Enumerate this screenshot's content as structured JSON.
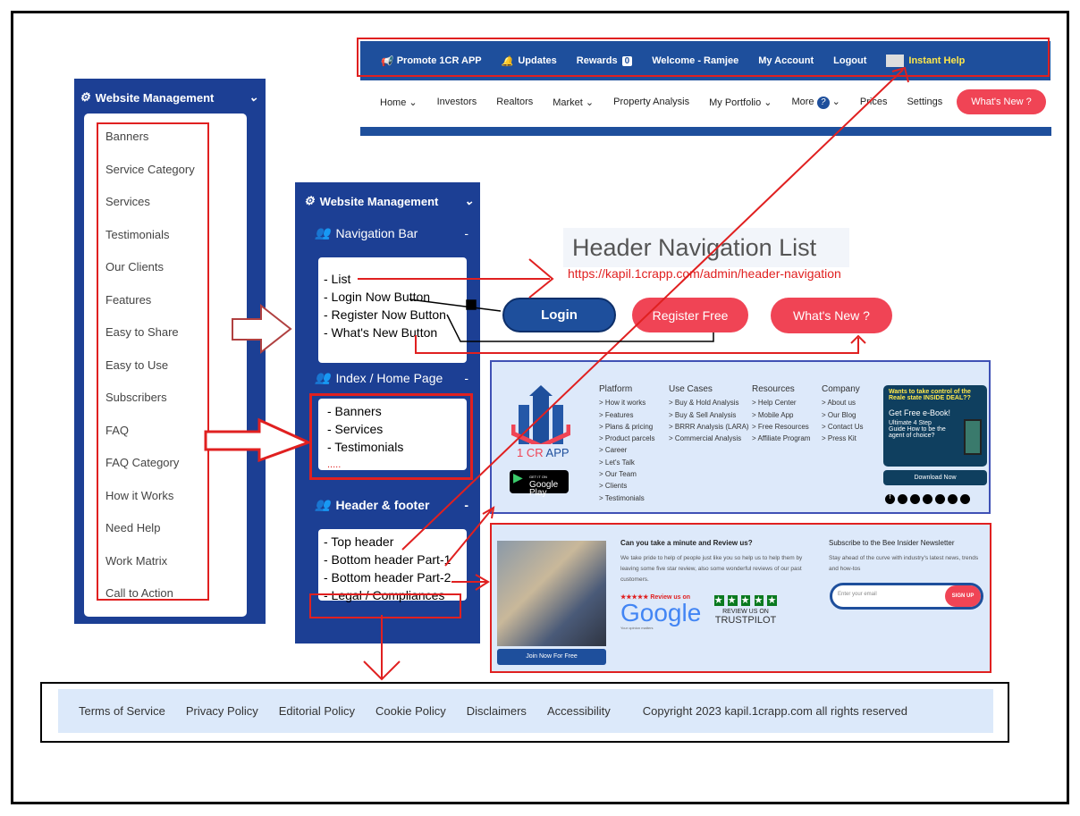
{
  "top_header": {
    "promote": "Promote 1CR APP",
    "updates": "Updates",
    "rewards": "Rewards",
    "rewards_count": "0",
    "welcome": "Welcome - Ramjee",
    "account": "My Account",
    "logout": "Logout",
    "help": "Instant Help"
  },
  "nav": {
    "items": [
      "Home",
      "Investors",
      "Realtors",
      "Market",
      "Property Analysis",
      "My Portfolio",
      "More",
      "Prices",
      "Settings"
    ],
    "more_badge": "?",
    "whats_new": "What's New ?"
  },
  "left_sidebar": {
    "title": "Website Management",
    "items": [
      "Banners",
      "Service Category",
      "Services",
      "Testimonials",
      "Our Clients",
      "Features",
      "Easy to Share",
      "Easy to Use",
      "Subscribers",
      "FAQ",
      "FAQ Category",
      "How it Works",
      "Need Help",
      "Work Matrix",
      "Call to Action"
    ]
  },
  "mid_sidebar": {
    "title": "Website Management",
    "sections": [
      {
        "title": "Navigation Bar",
        "dash": "-",
        "items": [
          "- List",
          "- Login Now Button",
          "- Register Now Button",
          "- What's New Button"
        ]
      },
      {
        "title": "Index / Home Page",
        "dash": "-",
        "items": [
          "- Banners",
          "- Services",
          "- Testimonials",
          "....."
        ]
      },
      {
        "title": "Header & footer",
        "dash": "-",
        "items": [
          "- Top header",
          "- Bottom header Part-1",
          "- Bottom header Part-2",
          "- Legal / Compliances"
        ]
      }
    ]
  },
  "header_nav": {
    "title": "Header Navigation List",
    "url": "https://kapil.1crapp.com/admin/header-navigation",
    "login": "Login",
    "register": "Register Free",
    "whats_new": "What's New ?"
  },
  "footer": {
    "logo": "1 CR APP",
    "logo_part1": "1 CR",
    "logo_part2": "APP",
    "google_play_small": "GET IT ON",
    "google_play": "Google Play",
    "columns": [
      {
        "title": "Platform",
        "links": [
          "> How it works",
          "> Features",
          "> Plans & pricing",
          "> Product parcels",
          "> Career",
          "> Let's Talk",
          "> Our Team",
          "> Clients",
          "> Testimonials"
        ]
      },
      {
        "title": "Use Cases",
        "links": [
          "> Buy & Hold Analysis",
          "> Buy & Sell Analysis",
          "> BRRR Analysis (LARA)",
          "> Commercial Analysis"
        ]
      },
      {
        "title": "Resources",
        "links": [
          "> Help Center",
          "> Mobile App",
          "> Free Resources",
          "> Affiliate Program"
        ]
      },
      {
        "title": "Company",
        "links": [
          "> About us",
          "> Our Blog",
          "> Contact Us",
          "> Press Kit"
        ]
      }
    ],
    "ebook": {
      "headline": "Wants to take control of the Reale state INSIDE DEAL??",
      "title": "Get Free e-Book!",
      "desc": "Ultimate 4 Step Guide How to be the agent of choice?",
      "button": "Download Now"
    }
  },
  "review": {
    "join": "Join Now For Free",
    "title": "Can you take a minute and Review us?",
    "text": "We take pride to help of people just like you so help us to help them by leaving some five star review, also some wonderful reviews of our past customers.",
    "google_top": "★★★★★ Review us on",
    "google": "Google",
    "google_sub": "Your opinion matters",
    "tp_top": "REVIEW US ON",
    "tp": "TRUSTPILOT",
    "newsletter_title": "Subscribe to the Bee Insider Newsletter",
    "newsletter_text": "Stay ahead of the curve with industry's latest news, trends and how-tos",
    "email_placeholder": "Enter your email",
    "signup": "SIGN UP"
  },
  "legal": {
    "links": [
      "Terms of Service",
      "Privacy Policy",
      "Editorial Policy",
      "Cookie Policy",
      "Disclaimers",
      "Accessibility"
    ],
    "copyright": "Copyright 2023 kapil.1crapp.com all rights reserved"
  },
  "colors": {
    "brand_blue": "#1e4f9c",
    "accent_red": "#f04455",
    "annotation_red": "#e02020"
  }
}
